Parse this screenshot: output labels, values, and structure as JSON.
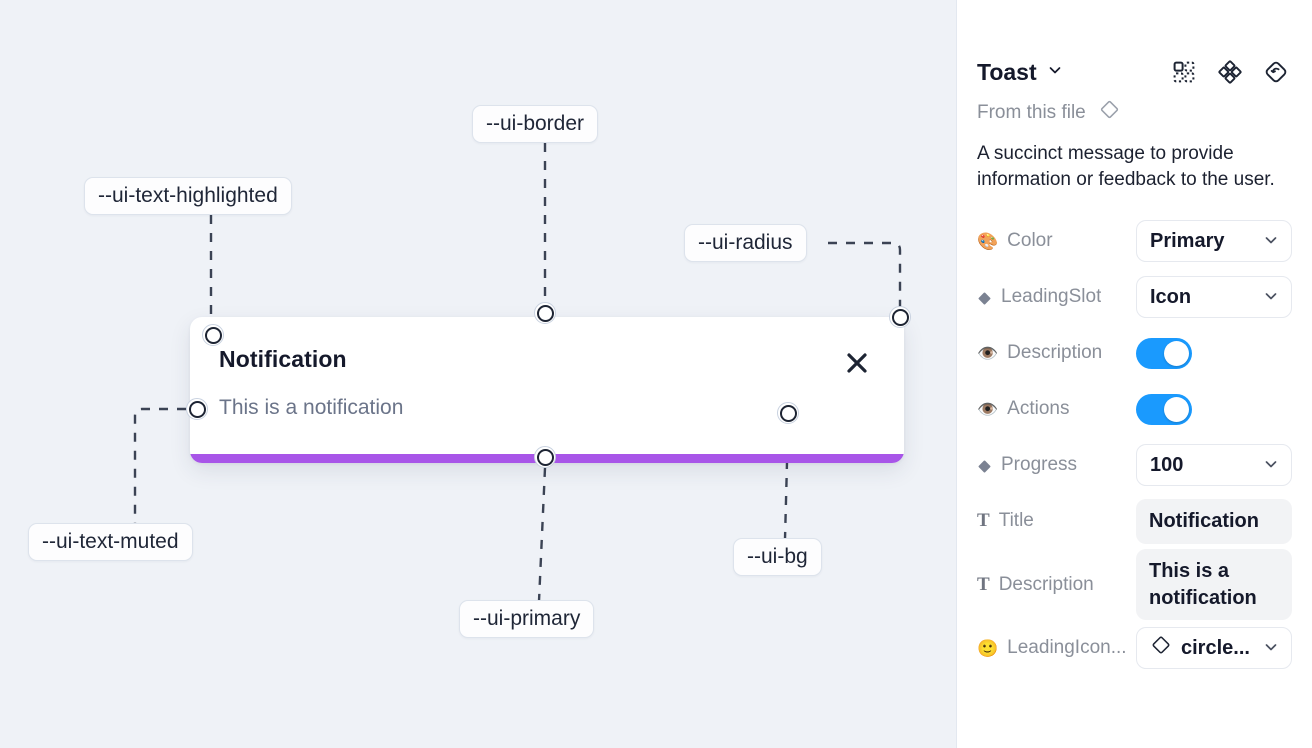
{
  "canvas": {
    "background_color": "#eff2f7",
    "toast": {
      "title": "Notification",
      "description": "This is a notification",
      "close_icon": "close-x-icon",
      "progress_color": "#a855e8",
      "card_color": "#ffffff"
    },
    "token_labels": [
      {
        "name": "--ui-border",
        "id": "ui-border"
      },
      {
        "name": "--ui-text-highlighted",
        "id": "ui-text-highlighted"
      },
      {
        "name": "--ui-radius",
        "id": "ui-radius"
      },
      {
        "name": "--ui-text-muted",
        "id": "ui-text-muted"
      },
      {
        "name": "--ui-primary",
        "id": "ui-primary"
      },
      {
        "name": "--ui-bg",
        "id": "ui-bg"
      }
    ]
  },
  "panel": {
    "title": "Toast",
    "title_chevron_icon": "chevron-down-icon",
    "header_icons": [
      {
        "id": "component-picker-icon",
        "label": "component-picker"
      },
      {
        "id": "four-diamonds-icon",
        "label": "variants"
      },
      {
        "id": "reset-diamond-icon",
        "label": "reset"
      }
    ],
    "from_this_file": {
      "label": "From this file",
      "icon": "diamond-outline-icon"
    },
    "description": "A succinct message to provide information or feedback to the user.",
    "accent_color": "#1a9afe",
    "properties": [
      {
        "icon": "palette-emoji",
        "icon_glyph": "🎨",
        "label": "Color",
        "control": "select",
        "value": "Primary"
      },
      {
        "icon": "diamond-filled-icon",
        "label": "LeadingSlot",
        "control": "select",
        "value": "Icon"
      },
      {
        "icon": "eye-emoji",
        "icon_glyph": "👁️",
        "label": "Description",
        "control": "toggle",
        "value": "on"
      },
      {
        "icon": "eye-emoji",
        "icon_glyph": "👁️",
        "label": "Actions",
        "control": "toggle",
        "value": "on"
      },
      {
        "icon": "diamond-filled-icon",
        "label": "Progress",
        "control": "select",
        "value": "100"
      },
      {
        "icon": "text-t-icon",
        "label": "Title",
        "control": "text",
        "value": "Notification"
      },
      {
        "icon": "text-t-icon",
        "label": "Description",
        "control": "text",
        "value": "This is a notification"
      },
      {
        "icon": "smiley-emoji",
        "icon_glyph": "🙂",
        "label": "LeadingIcon...",
        "control": "select-icon",
        "value": "circle..."
      }
    ]
  }
}
